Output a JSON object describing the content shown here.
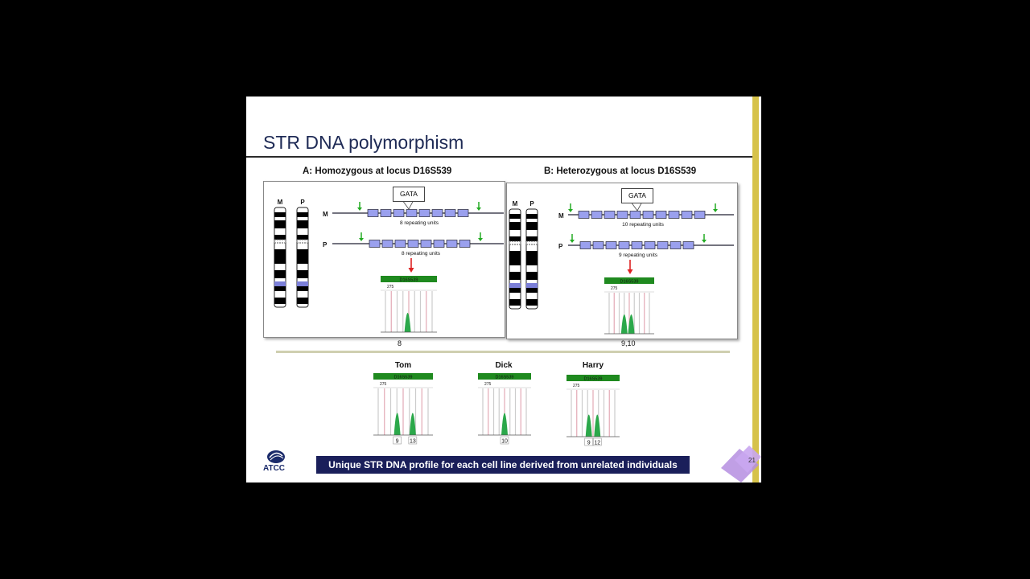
{
  "slide": {
    "title": "STR DNA polymorphism",
    "page_number": "21",
    "banner": "Unique STR DNA profile for each cell line derived from unrelated individuals",
    "logo_text": "ATCC"
  },
  "panelA": {
    "title": "A: Homozygous at locus D16S539",
    "chrom_labels": [
      "M",
      "P"
    ],
    "strand_labels": [
      "M",
      "P"
    ],
    "gata_label": "GATA",
    "repeat_labels": [
      "8 repeating units",
      "8 repeating units"
    ],
    "repeat_counts": [
      8,
      8
    ],
    "electro_header": "D16S539",
    "electro_size": "275",
    "result": "8"
  },
  "panelB": {
    "title": "B: Heterozygous at locus D16S539",
    "chrom_labels": [
      "M",
      "P"
    ],
    "strand_labels": [
      "M",
      "P"
    ],
    "gata_label": "GATA",
    "repeat_labels": [
      "10 repeating units",
      "9 repeating units"
    ],
    "repeat_counts": [
      10,
      9
    ],
    "electro_header": "D16S539",
    "electro_size": "275",
    "result": "9,10"
  },
  "people": [
    {
      "name": "Tom",
      "header": "D16S539",
      "size": "275",
      "alleles": [
        "9",
        "13"
      ]
    },
    {
      "name": "Dick",
      "header": "D16S539",
      "size": "275",
      "alleles": [
        "10"
      ]
    },
    {
      "name": "Harry",
      "header": "D16S539",
      "size": "275",
      "alleles": [
        "9",
        "12"
      ]
    }
  ],
  "colors": {
    "title": "#1e2a55",
    "repeat_box": "#9aa0ee",
    "green_arrow": "#22aa22",
    "red_arrow": "#dd2222",
    "header_green": "#1f8a1f",
    "banner": "#1a1f5a",
    "gold": "#d6c24a"
  }
}
